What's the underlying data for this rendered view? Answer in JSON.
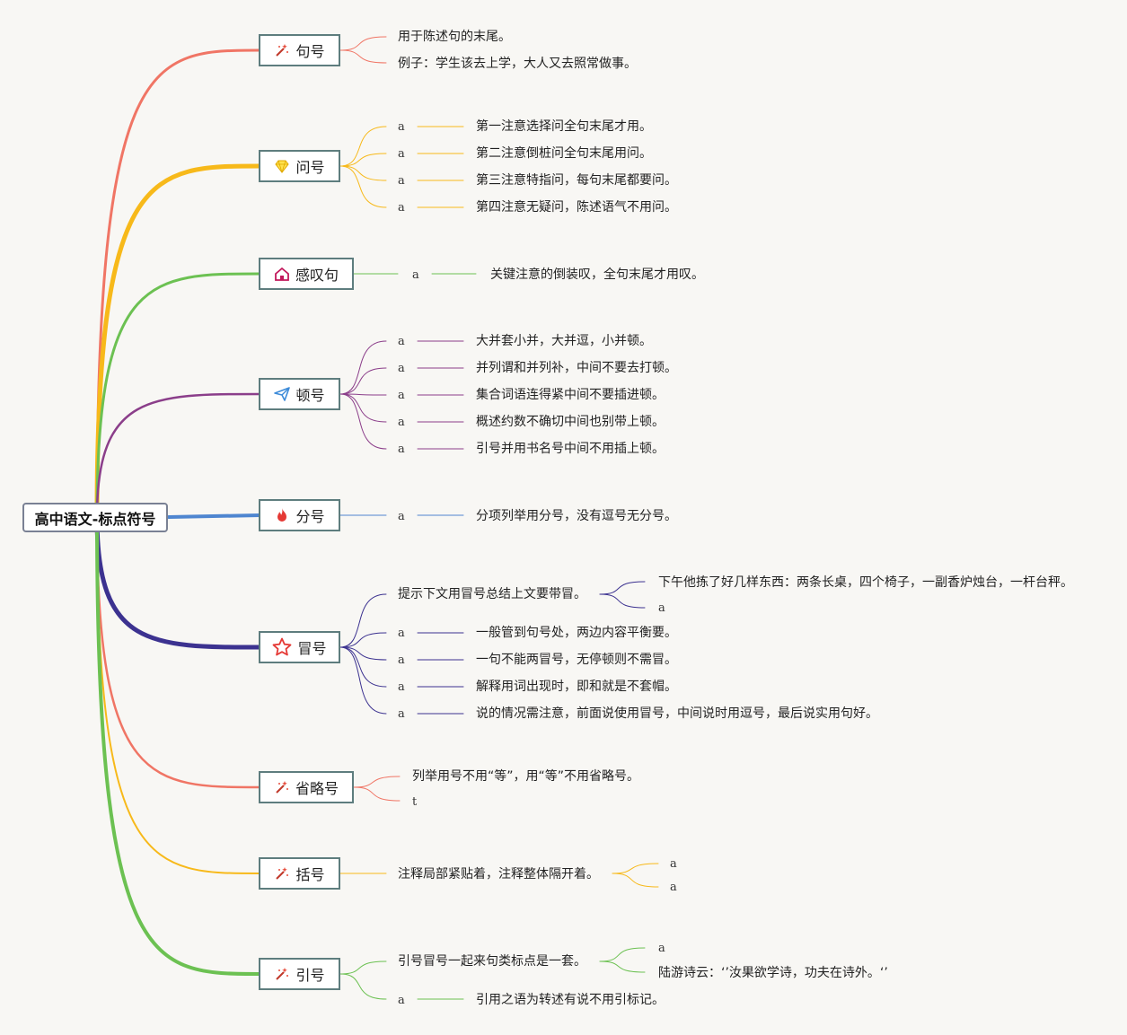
{
  "root": {
    "label": "高中语文-标点符号"
  },
  "topics": [
    {
      "id": "juhao",
      "label": "句号",
      "icon": "magic-wand-icon",
      "color": "#f07565",
      "leaves": [
        "用于陈述句的末尾。",
        "例子：学生该去上学，大人又去照常做事。"
      ]
    },
    {
      "id": "wenhao",
      "label": "问号",
      "icon": "diamond-icon",
      "color": "#f7b91a",
      "leaves": [
        "第一注意选择问全句末尾才用。",
        "第二注意倒桩问全句末尾用问。",
        "第三注意特指问，每句末尾都要问。",
        "第四注意无疑问，陈述语气不用问。"
      ]
    },
    {
      "id": "gantanju",
      "label": "感叹句",
      "icon": "home-icon",
      "color": "#6cc152",
      "leaves": [
        "关键注意的倒装叹，全句末尾才用叹。"
      ]
    },
    {
      "id": "dunhao",
      "label": "顿号",
      "icon": "paper-plane-icon",
      "color": "#8b3e8a",
      "leaves": [
        "大并套小并，大并逗，小并顿。",
        "并列谓和并列补，中间不要去打顿。",
        "集合词语连得紧中间不要插进顿。",
        "概述约数不确切中间也别带上顿。",
        "引号并用书名号中间不用插上顿。"
      ]
    },
    {
      "id": "fenhao",
      "label": "分号",
      "icon": "fire-icon",
      "color": "#4f86d0",
      "leaves": [
        "分项列举用分号，没有逗号无分号。"
      ]
    },
    {
      "id": "maohao",
      "label": "冒号",
      "icon": "star-icon",
      "color": "#3c3290",
      "sub": "提示下文用冒号总结上文要带冒。",
      "sub_leaves": [
        "下午他拣了好几样东西：两条长桌，四个椅子，一副香炉烛台，一杆台秤。",
        "a"
      ],
      "leaves": [
        "一般管到句号处，两边内容平衡要。",
        "一句不能两冒号，无停顿则不需冒。",
        "解释用词出现时，即和就是不套帽。",
        "说的情况需注意，前面说使用冒号，中间说时用逗号，最后说实用句好。"
      ]
    },
    {
      "id": "shenglue",
      "label": "省略号",
      "icon": "magic-wand-icon",
      "color": "#f07565",
      "leaves": [
        "列举用号不用“等”，用“等”不用省略号。",
        "t"
      ]
    },
    {
      "id": "kuohao",
      "label": "括号",
      "icon": "magic-wand-icon",
      "color": "#f7b91a",
      "sub": "注释局部紧贴着，注释整体隔开着。",
      "sub_leaves": [
        "a",
        "a"
      ]
    },
    {
      "id": "yinhao",
      "label": "引号",
      "icon": "magic-wand-icon",
      "color": "#6cc152",
      "sub": "引号冒号一起来句类标点是一套。",
      "sub_leaves": [
        "a",
        "陆游诗云：‘’汝果欲学诗，功夫在诗外。‘’"
      ],
      "leaves": [
        "引用之语为转述有说不用引标记。"
      ]
    }
  ],
  "leaf_marker": "a"
}
